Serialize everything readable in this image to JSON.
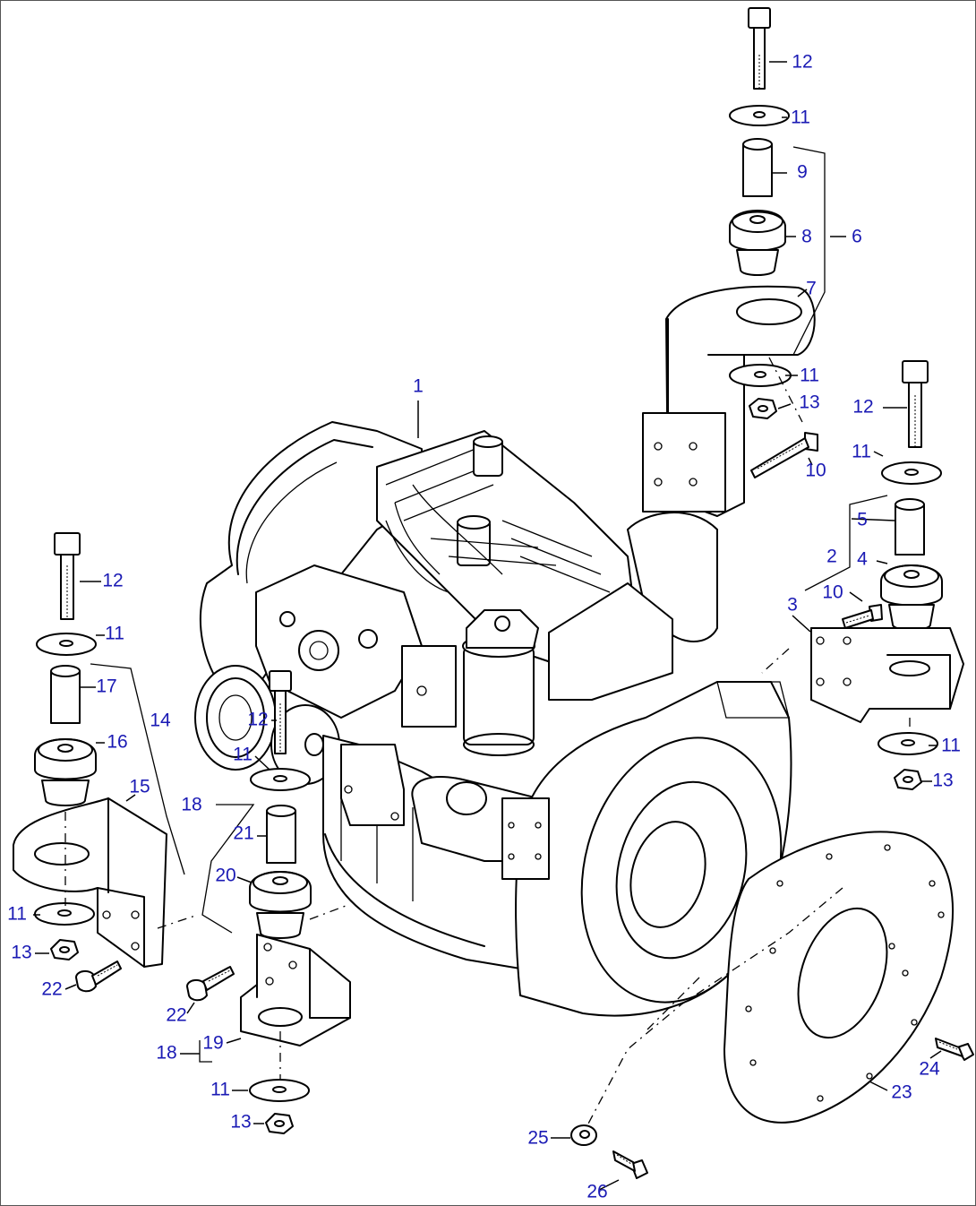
{
  "diagram": {
    "label_color": "#1a1ab4",
    "line_color": "#000000",
    "labels": [
      {
        "id": "lbl-12-top",
        "text": "12"
      },
      {
        "id": "lbl-11-top",
        "text": "11"
      },
      {
        "id": "lbl-9",
        "text": "9"
      },
      {
        "id": "lbl-8",
        "text": "8"
      },
      {
        "id": "lbl-6",
        "text": "6"
      },
      {
        "id": "lbl-7",
        "text": "7"
      },
      {
        "id": "lbl-11-bracket7",
        "text": "11"
      },
      {
        "id": "lbl-13-bracket7",
        "text": "13"
      },
      {
        "id": "lbl-10-bracket7",
        "text": "10"
      },
      {
        "id": "lbl-1",
        "text": "1"
      },
      {
        "id": "lbl-12-right",
        "text": "12"
      },
      {
        "id": "lbl-11-right",
        "text": "11"
      },
      {
        "id": "lbl-5",
        "text": "5"
      },
      {
        "id": "lbl-2",
        "text": "2"
      },
      {
        "id": "lbl-4",
        "text": "4"
      },
      {
        "id": "lbl-10-right",
        "text": "10"
      },
      {
        "id": "lbl-3",
        "text": "3"
      },
      {
        "id": "lbl-11-right-lower",
        "text": "11"
      },
      {
        "id": "lbl-13-right",
        "text": "13"
      },
      {
        "id": "lbl-12-left",
        "text": "12"
      },
      {
        "id": "lbl-11-left",
        "text": "11"
      },
      {
        "id": "lbl-17",
        "text": "17"
      },
      {
        "id": "lbl-14",
        "text": "14"
      },
      {
        "id": "lbl-16",
        "text": "16"
      },
      {
        "id": "lbl-15",
        "text": "15"
      },
      {
        "id": "lbl-11-left-lower",
        "text": "11"
      },
      {
        "id": "lbl-13-left",
        "text": "13"
      },
      {
        "id": "lbl-22-left",
        "text": "22"
      },
      {
        "id": "lbl-12-center",
        "text": "12"
      },
      {
        "id": "lbl-11-center",
        "text": "11"
      },
      {
        "id": "lbl-18-upper",
        "text": "18"
      },
      {
        "id": "lbl-21",
        "text": "21"
      },
      {
        "id": "lbl-20",
        "text": "20"
      },
      {
        "id": "lbl-22-center",
        "text": "22"
      },
      {
        "id": "lbl-18-lower",
        "text": "18"
      },
      {
        "id": "lbl-19",
        "text": "19"
      },
      {
        "id": "lbl-11-bottom",
        "text": "11"
      },
      {
        "id": "lbl-13-bottom",
        "text": "13"
      },
      {
        "id": "lbl-23",
        "text": "23"
      },
      {
        "id": "lbl-24",
        "text": "24"
      },
      {
        "id": "lbl-25",
        "text": "25"
      },
      {
        "id": "lbl-26",
        "text": "26"
      }
    ]
  }
}
